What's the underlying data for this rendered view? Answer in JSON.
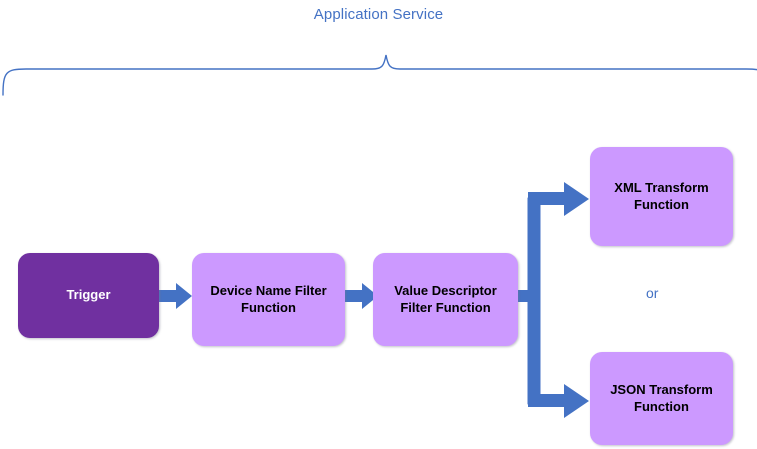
{
  "diagram": {
    "title": "Application Service",
    "brace_label_color": "#4472C4",
    "connector_color": "#4472C4",
    "or_text": "or",
    "nodes": [
      {
        "id": "trigger",
        "label": "Trigger",
        "fill": "#7030A0",
        "text_color": "#FFFFFF"
      },
      {
        "id": "device-name-filter",
        "label": "Device Name Filter Function",
        "fill": "#CC99FF",
        "text_color": "#000000"
      },
      {
        "id": "value-descriptor-filter",
        "label": "Value Descriptor Filter Function",
        "fill": "#CC99FF",
        "text_color": "#000000"
      },
      {
        "id": "xml-transform",
        "label": "XML Transform Function",
        "fill": "#CC99FF",
        "text_color": "#000000"
      },
      {
        "id": "json-transform",
        "label": "JSON Transform Function",
        "fill": "#CC99FF",
        "text_color": "#000000"
      }
    ],
    "connectors": [
      {
        "id": "trigger-to-device-name-filter",
        "type": "block-arrow-right"
      },
      {
        "id": "device-name-filter-to-value-descriptor-filter",
        "type": "block-arrow-right"
      },
      {
        "id": "value-descriptor-filter-to-xml-transform",
        "type": "block-arrow-branch-up"
      },
      {
        "id": "value-descriptor-filter-to-json-transform",
        "type": "block-arrow-branch-down"
      }
    ]
  }
}
